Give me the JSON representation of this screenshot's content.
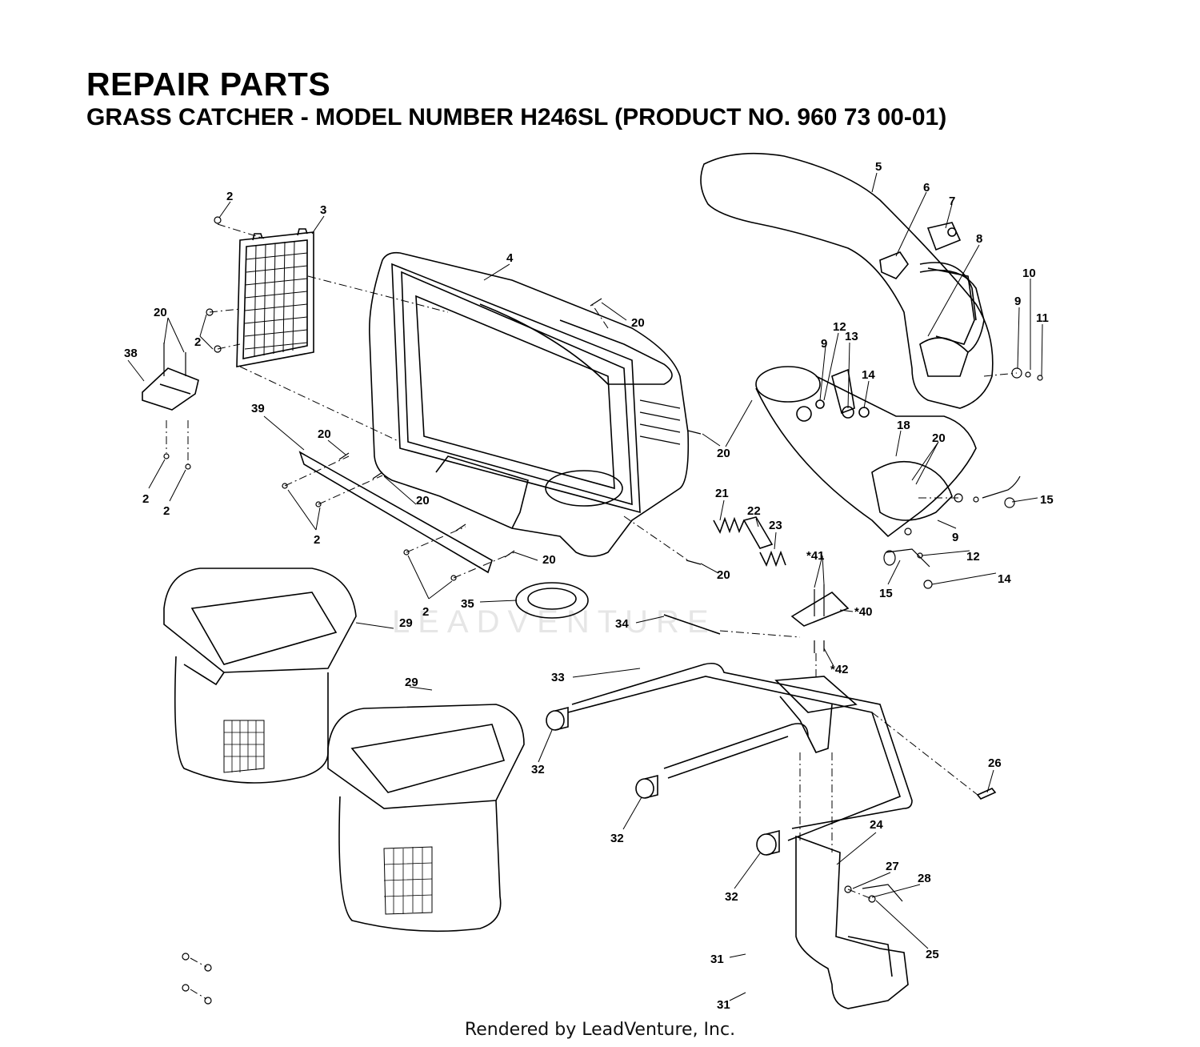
{
  "header": {
    "title": "REPAIR PARTS",
    "subtitle": "GRASS CATCHER - MODEL NUMBER H246SL (PRODUCT NO. 960 73 00-01)"
  },
  "watermark": "LEADVENTURE",
  "footer": "Rendered by LeadVenture, Inc.",
  "callouts": [
    "2",
    "3",
    "4",
    "5",
    "6",
    "7",
    "8",
    "9",
    "10",
    "11",
    "12",
    "13",
    "14",
    "15",
    "18",
    "20",
    "21",
    "22",
    "23",
    "24",
    "25",
    "26",
    "27",
    "28",
    "29",
    "31",
    "32",
    "33",
    "34",
    "35",
    "38",
    "39",
    "*40",
    "*41",
    "*42"
  ]
}
